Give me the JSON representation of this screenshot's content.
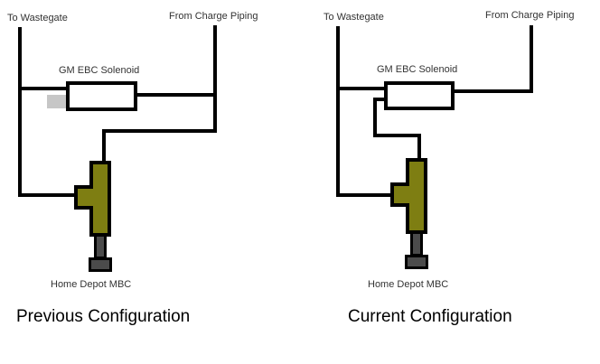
{
  "colors": {
    "line": "#000000",
    "valve_olive": "#7e7e12",
    "metal_gray": "#4b4b4b",
    "stub_gray": "#c6c6c6",
    "label": "#333333",
    "background": "#ffffff"
  },
  "diagrams": [
    {
      "id": "previous",
      "wastegate_label": "To Wastegate",
      "charge_label": "From Charge Piping",
      "solenoid_label": "GM EBC Solenoid",
      "mbc_label": "Home Depot MBC",
      "caption": "Previous Configuration"
    },
    {
      "id": "current",
      "wastegate_label": "To Wastegate",
      "charge_label": "From Charge Piping",
      "solenoid_label": "GM EBC Solenoid",
      "mbc_label": "Home Depot MBC",
      "caption": "Current Configuration"
    }
  ]
}
